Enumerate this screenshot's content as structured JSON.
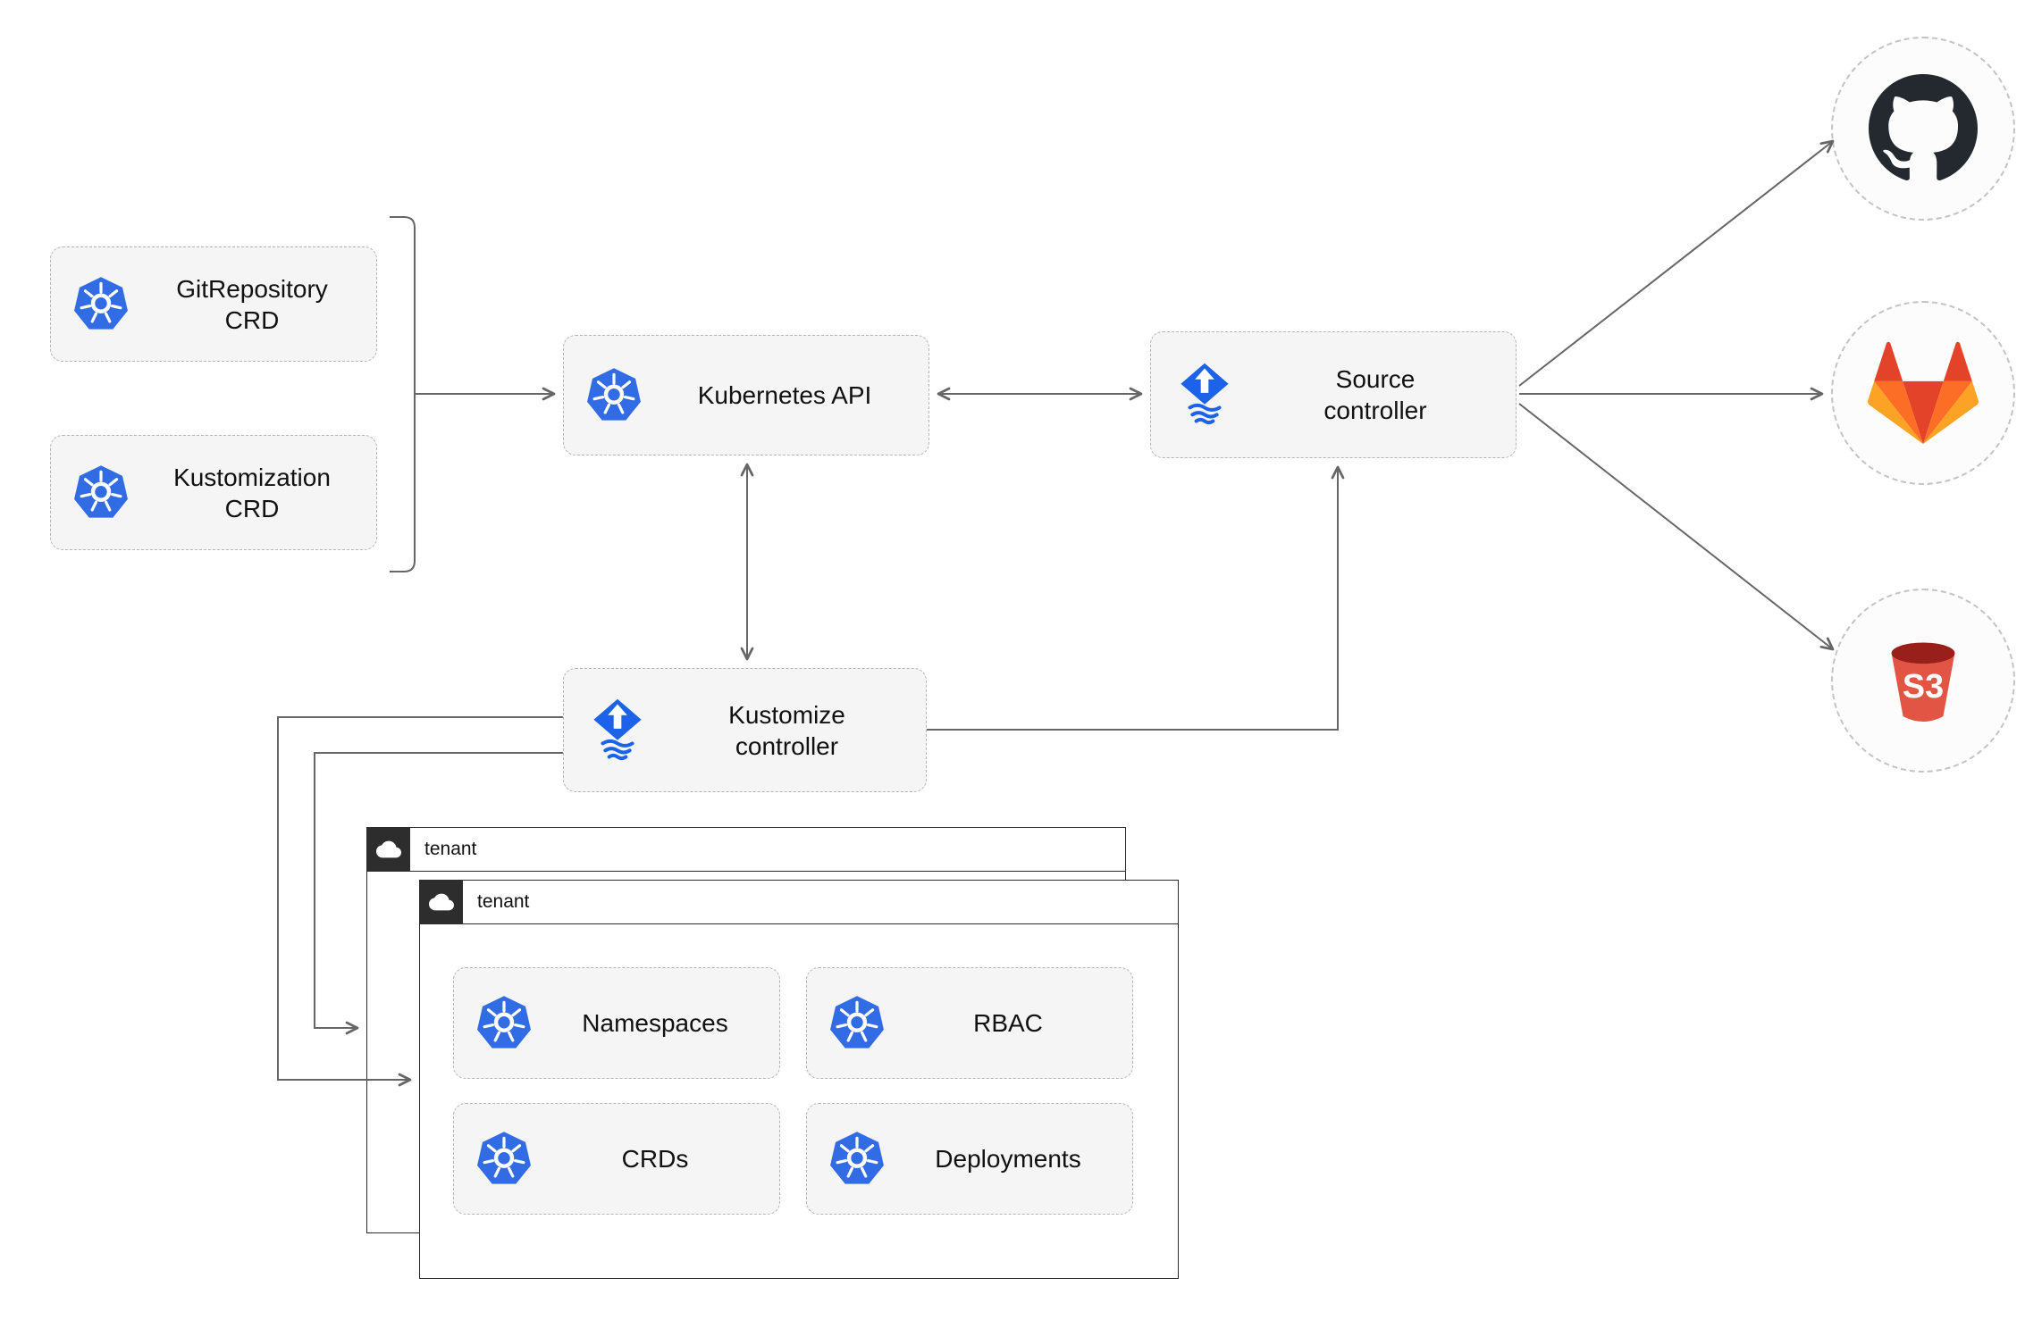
{
  "colors": {
    "kubernetes_blue": "#326ce5",
    "flux_blue": "#1d63ea",
    "node_background": "#f5f5f5",
    "node_border": "#b5b5b5",
    "connector": "#666666",
    "github_dark": "#24292f",
    "gitlab_red": "#e24329",
    "gitlab_orange": "#fc6d26",
    "gitlab_yellow": "#fca326",
    "s3_red": "#e25444",
    "s3_rim_dark": "#99201a",
    "tenant_border": "#2b2b2b",
    "tenant_icon_background": "#2d2d2d"
  },
  "nodes": {
    "gitrepo_crd": {
      "label": "GitRepository CRD",
      "icon": "kubernetes-icon"
    },
    "kustomization_crd": {
      "label": "Kustomization CRD",
      "icon": "kubernetes-icon"
    },
    "kubernetes_api": {
      "label": "Kubernetes API",
      "icon": "kubernetes-icon"
    },
    "source_controller": {
      "label": "Source controller",
      "icon": "flux-icon"
    },
    "kustomize_controller": {
      "label": "Kustomize controller",
      "icon": "flux-icon"
    },
    "namespaces": {
      "label": "Namespaces",
      "icon": "kubernetes-icon"
    },
    "rbac": {
      "label": "RBAC",
      "icon": "kubernetes-icon"
    },
    "crds": {
      "label": "CRDs",
      "icon": "kubernetes-icon"
    },
    "deployments": {
      "label": "Deployments",
      "icon": "kubernetes-icon"
    }
  },
  "tenants": {
    "back": {
      "label": "tenant",
      "icon": "cloud-icon"
    },
    "front": {
      "label": "tenant",
      "icon": "cloud-icon"
    }
  },
  "external": {
    "github": {
      "icon": "github-icon"
    },
    "gitlab": {
      "icon": "gitlab-icon"
    },
    "s3": {
      "icon": "s3-bucket-icon",
      "badge": "S3"
    }
  },
  "connectors": [
    {
      "from": "gitrepository-crd + kustomization-crd (bracket)",
      "to": "kubernetes-api",
      "style": "arrow"
    },
    {
      "from": "kubernetes-api",
      "to": "source-controller",
      "style": "double-arrow"
    },
    {
      "from": "kubernetes-api",
      "to": "kustomize-controller",
      "style": "double-arrow"
    },
    {
      "from": "kustomize-controller",
      "to": "source-controller",
      "style": "arrow"
    },
    {
      "from": "source-controller",
      "to": "github",
      "style": "arrow"
    },
    {
      "from": "source-controller",
      "to": "gitlab",
      "style": "arrow"
    },
    {
      "from": "source-controller",
      "to": "s3",
      "style": "arrow"
    },
    {
      "from": "kustomize-controller",
      "to": "tenant-front",
      "style": "arrow"
    },
    {
      "from": "kustomize-controller",
      "to": "tenant-back",
      "style": "arrow"
    }
  ]
}
